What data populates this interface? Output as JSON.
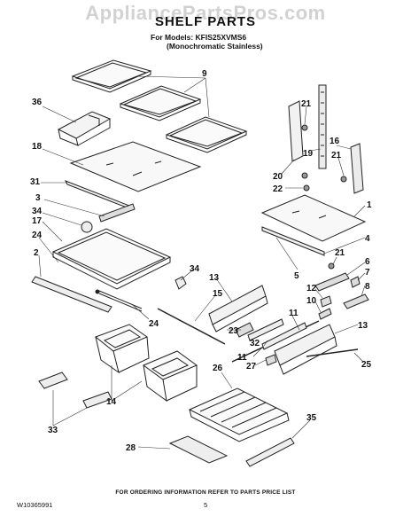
{
  "watermark": "AppliancePartsPros.com",
  "title": "SHELF PARTS",
  "models_line1": "For Models: KFIS25XVMS6",
  "models_line2": "(Monochromatic Stainless)",
  "footer": {
    "order_note": "FOR ORDERING INFORMATION REFER TO PARTS PRICE LIST",
    "doc_number": "W10365991",
    "page": "5"
  },
  "callouts": [
    "9",
    "36",
    "18",
    "31",
    "3",
    "34",
    "17",
    "24",
    "2",
    "24",
    "34",
    "13",
    "15",
    "23",
    "32",
    "11",
    "11",
    "26",
    "14",
    "33",
    "28",
    "35",
    "21",
    "16",
    "19",
    "21",
    "20",
    "22",
    "1",
    "4",
    "5",
    "21",
    "6",
    "7",
    "8",
    "12",
    "10",
    "13",
    "27",
    "25"
  ]
}
